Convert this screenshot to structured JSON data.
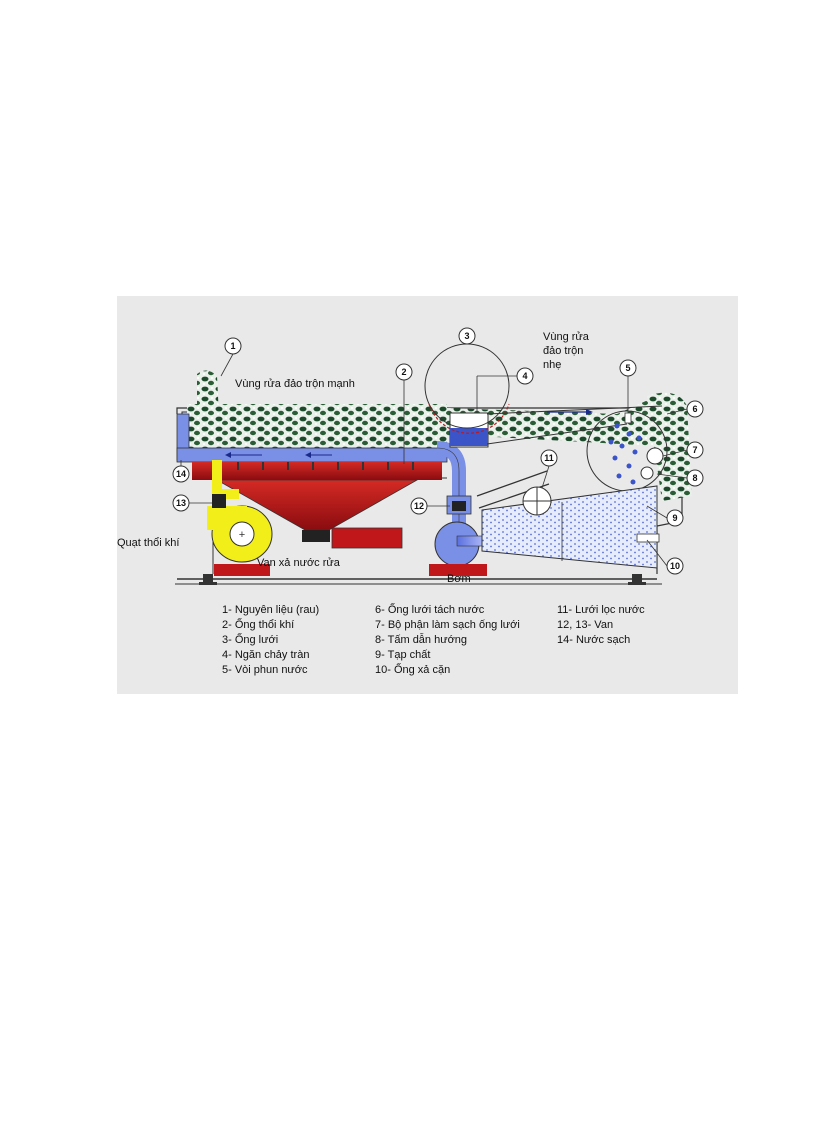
{
  "diagram": {
    "zone_strong": "Vùng rửa đảo trộn mạnh",
    "zone_gentle": [
      "Vùng rửa",
      "đảo trộn",
      "nhẹ"
    ],
    "label_fan": "Quạt thổi khí",
    "label_valve": "Van xả nước rửa",
    "label_pump": "Bơm",
    "callouts": [
      "1",
      "2",
      "3",
      "4",
      "5",
      "6",
      "7",
      "8",
      "9",
      "10",
      "11",
      "12",
      "13",
      "14"
    ],
    "legend": [
      [
        "1- Nguyên liệu (rau)",
        "2- Ống thổi khí",
        "3- Ống lưới",
        "4- Ngăn chảy tràn",
        "5- Vòi phun nước"
      ],
      [
        "6- Ống lưới tách nước",
        "7- Bộ phận làm sạch ống lưới",
        "8- Tấm dẫn hướng",
        "9- Tạp chất",
        "10- Ống xả cặn"
      ],
      [
        "11- Lưới lọc nước",
        "12, 13- Van",
        "14- Nước sạch"
      ]
    ],
    "colors": {
      "water": "#7a8fe6",
      "tank_red": "#c0181a",
      "fan_yellow": "#f2ee1a",
      "vegetable": "#1d4a2a",
      "background": "#e9e9e9"
    }
  }
}
